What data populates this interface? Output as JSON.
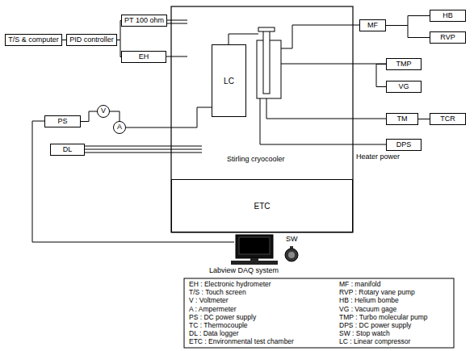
{
  "diagram": {
    "nodes": [
      {
        "text": [
          "T/S & computer"
        ]
      },
      {
        "text": [
          "PID controller"
        ]
      },
      {
        "text": [
          "PT 100 ohm"
        ]
      },
      {
        "text": [
          "EH"
        ]
      },
      {
        "text": [
          "PS"
        ]
      },
      {
        "text": [
          "V"
        ]
      },
      {
        "text": [
          "A"
        ]
      },
      {
        "text": [
          "DL"
        ]
      },
      {
        "text": [
          "LC"
        ]
      },
      {
        "text": [
          "ETC"
        ]
      },
      {
        "text": [
          "MF"
        ]
      },
      {
        "text": [
          "HB"
        ]
      },
      {
        "text": [
          "RVP"
        ]
      },
      {
        "text": [
          "TMP"
        ]
      },
      {
        "text": [
          "VG"
        ]
      },
      {
        "text": [
          "TM"
        ]
      },
      {
        "text": [
          "TCR"
        ]
      },
      {
        "text": [
          "DPS"
        ]
      }
    ],
    "edges": [
      {
        "from": 0,
        "to": 1,
        "arrow": "none"
      },
      {
        "from": 1,
        "to": 2,
        "arrow": "none"
      },
      {
        "from": 1,
        "to": 3,
        "arrow": "none"
      },
      {
        "from": 4,
        "to": 5,
        "arrow": "none"
      },
      {
        "from": 5,
        "to": 6,
        "arrow": "none"
      },
      {
        "from": 6,
        "to": 8,
        "arrow": "none"
      },
      {
        "from": 10,
        "to": 11,
        "arrow": "none"
      },
      {
        "from": 10,
        "to": 12,
        "arrow": "none"
      },
      {
        "from": 13,
        "to": 14,
        "arrow": "none"
      },
      {
        "from": 15,
        "to": 16,
        "arrow": "none"
      }
    ],
    "labels": [
      "Stirling cryocooler",
      "Heater power",
      "SW",
      "Labview DAQ system"
    ],
    "legend": [
      {
        "text": "EH : Electronic hydrometer"
      },
      {
        "text": "MF : manifold"
      },
      {
        "text": "T/S : Touch screen"
      },
      {
        "text": "RVP : Rotary vane pump"
      },
      {
        "text": "V : Voltmeter"
      },
      {
        "text": "HB : Helium bombe"
      },
      {
        "text": "A : Ampermeter"
      },
      {
        "text": "VG : Vacuum gage"
      },
      {
        "text": "PS : DC power supply"
      },
      {
        "text": "TMP : Turbo molecular pump"
      },
      {
        "text": "TC : Thermocouple"
      },
      {
        "text": "DPS : DC power supply"
      },
      {
        "text": "DL : Data logger"
      },
      {
        "text": "SW : Stop watch"
      },
      {
        "text": "ETC : Environmental test chamber"
      },
      {
        "text": "LC : Linear compressor"
      }
    ]
  }
}
